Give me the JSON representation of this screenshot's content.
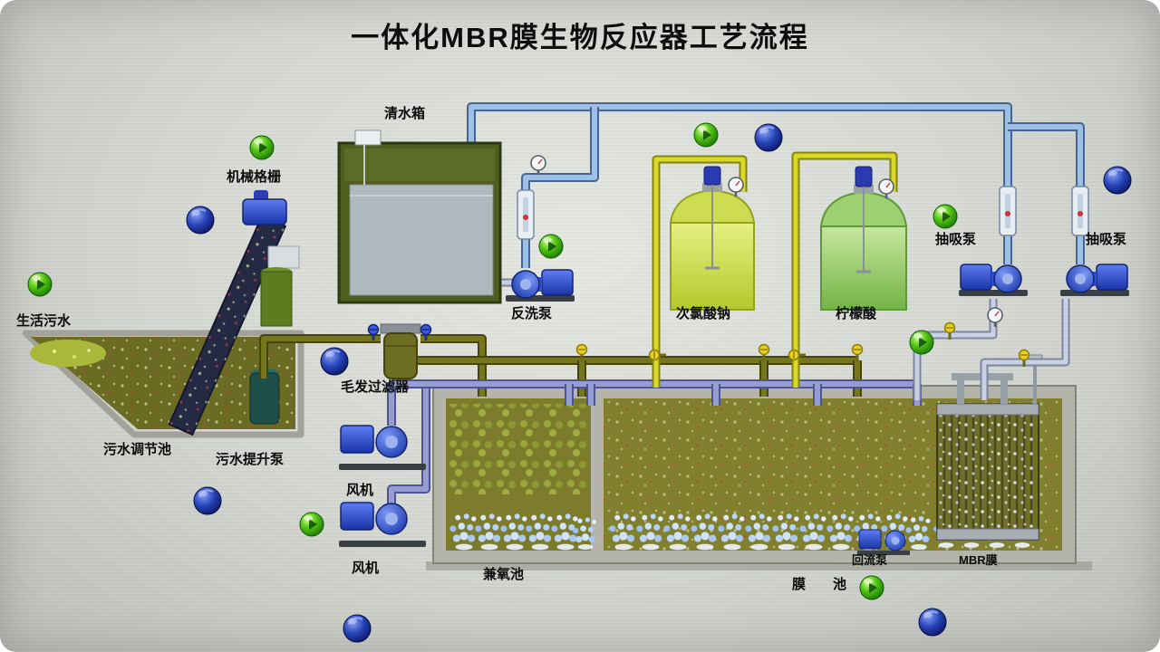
{
  "title": "一体化MBR膜生物反应器工艺流程",
  "labels": {
    "clean_water_tank": "清水箱",
    "mechanical_screen": "机械格栅",
    "domestic_sewage": "生活污水",
    "regulation_tank": "污水调节池",
    "lift_pump": "污水提升泵",
    "backwash_pump": "反洗泵",
    "hair_filter": "毛发过滤器",
    "sodium_hypochlorite": "次氯酸钠",
    "citric_acid": "柠檬酸",
    "suction_pump_left": "抽吸泵",
    "suction_pump_right": "抽吸泵",
    "blower_upper": "风机",
    "blower_lower": "风机",
    "facultative_tank": "兼氧池",
    "membrane_tank": "膜池",
    "return_pump": "回流泵",
    "mbr_membrane": "MBR膜"
  },
  "colors": {
    "background": "#d7dad4",
    "pipe_clean_water": "#9cc0e8",
    "pipe_air": "#959dd2",
    "pipe_sewage": "#76761c",
    "pipe_dosing": "#d9d92a",
    "tank_water": "#7c7c2c",
    "naclo_tank": "#c9da46",
    "citric_tank": "#8cc45e",
    "pump_body": "#3560e8",
    "indicator_green": "#58c814",
    "indicator_blue": "#2743b8"
  }
}
